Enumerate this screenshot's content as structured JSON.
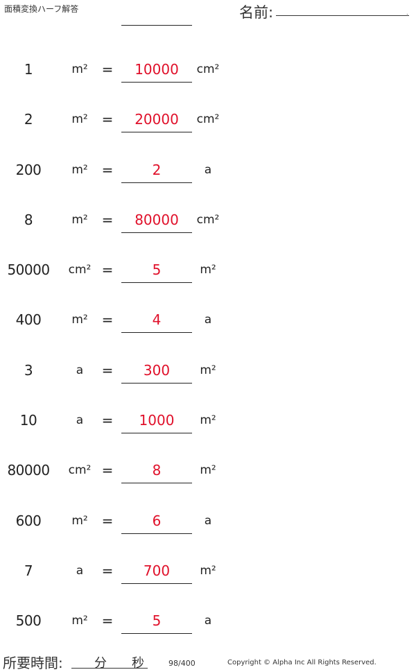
{
  "header": {
    "title": "面積変換ハーフ解答",
    "name_label": "名前:",
    "name_dot": "."
  },
  "problems": [
    {
      "value": "1",
      "from_unit": "m²",
      "equals": "=",
      "answer": "10000",
      "to_unit": "cm²"
    },
    {
      "value": "2",
      "from_unit": "m²",
      "equals": "=",
      "answer": "20000",
      "to_unit": "cm²"
    },
    {
      "value": "200",
      "from_unit": "m²",
      "equals": "=",
      "answer": "2",
      "to_unit": "a"
    },
    {
      "value": "8",
      "from_unit": "m²",
      "equals": "=",
      "answer": "80000",
      "to_unit": "cm²"
    },
    {
      "value": "50000",
      "from_unit": "cm²",
      "equals": "=",
      "answer": "5",
      "to_unit": "m²"
    },
    {
      "value": "400",
      "from_unit": "m²",
      "equals": "=",
      "answer": "4",
      "to_unit": "a"
    },
    {
      "value": "3",
      "from_unit": "a",
      "equals": "=",
      "answer": "300",
      "to_unit": "m²"
    },
    {
      "value": "10",
      "from_unit": "a",
      "equals": "=",
      "answer": "1000",
      "to_unit": "m²"
    },
    {
      "value": "80000",
      "from_unit": "cm²",
      "equals": "=",
      "answer": "8",
      "to_unit": "m²"
    },
    {
      "value": "600",
      "from_unit": "m²",
      "equals": "=",
      "answer": "6",
      "to_unit": "a"
    },
    {
      "value": "7",
      "from_unit": "a",
      "equals": "=",
      "answer": "700",
      "to_unit": "m²"
    },
    {
      "value": "500",
      "from_unit": "m²",
      "equals": "=",
      "answer": "5",
      "to_unit": "a"
    }
  ],
  "footer": {
    "time_label": "所要時間:",
    "minutes": "分",
    "seconds": "秒",
    "page": "98/400",
    "copyright": "Copyright © Alpha Inc All Rights Reserved."
  },
  "colors": {
    "answer": "#e0102a",
    "text": "#222222"
  }
}
